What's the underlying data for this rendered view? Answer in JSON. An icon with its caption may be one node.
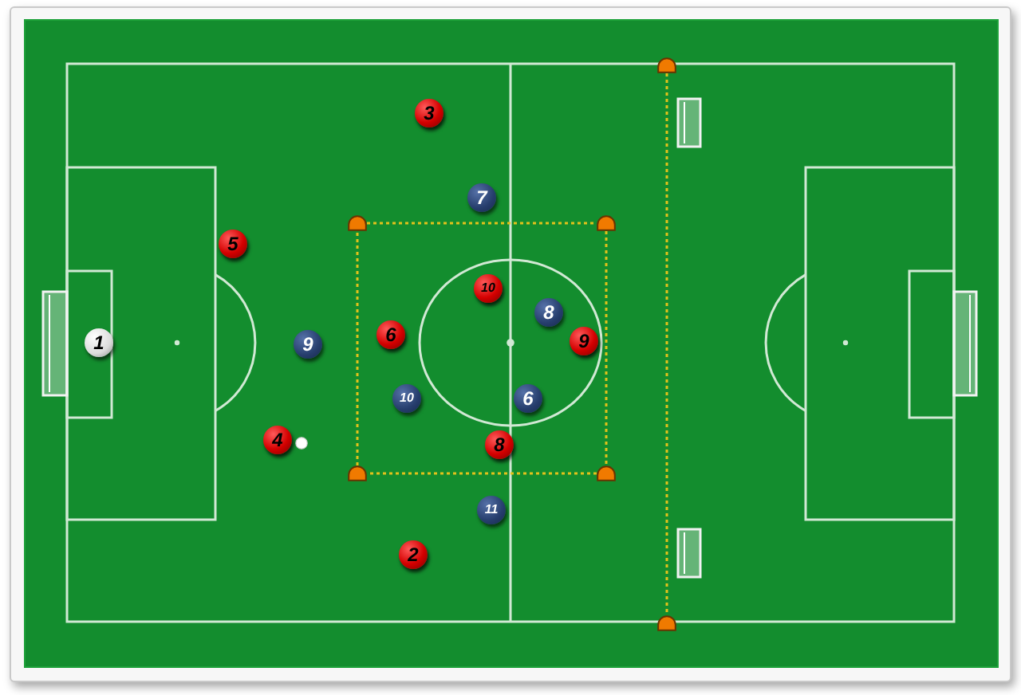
{
  "diagram": {
    "nodes": [
      {
        "text": [],
        "shape": "cone"
      },
      {
        "text": [
          "3"
        ]
      },
      {
        "text": [
          "7"
        ]
      },
      {
        "text": [],
        "shape": "cone"
      },
      {
        "text": [],
        "shape": "cone"
      },
      {
        "text": [
          "5"
        ]
      },
      {
        "text": [
          "10"
        ]
      },
      {
        "text": [
          "8"
        ]
      },
      {
        "text": [
          "1"
        ]
      },
      {
        "text": [
          "9"
        ]
      },
      {
        "text": [
          "6"
        ]
      },
      {
        "text": [
          "9"
        ]
      },
      {
        "text": [
          "10"
        ]
      },
      {
        "text": [
          "6"
        ]
      },
      {
        "text": [
          "4"
        ]
      },
      {
        "text": [
          "8"
        ]
      },
      {
        "text": [],
        "shape": "cone"
      },
      {
        "text": [],
        "shape": "cone"
      },
      {
        "text": [
          "11"
        ]
      },
      {
        "text": [
          "2"
        ]
      },
      {
        "text": [],
        "shape": "cone"
      }
    ],
    "edges": [
      {
        "from": 3,
        "to": 4,
        "arrow": "none",
        "style": "dashed"
      },
      {
        "from": 4,
        "to": 17,
        "arrow": "none",
        "style": "dashed"
      },
      {
        "from": 17,
        "to": 16,
        "arrow": "none",
        "style": "dashed"
      },
      {
        "from": 16,
        "to": 3,
        "arrow": "none",
        "style": "dashed"
      },
      {
        "from": 0,
        "to": 20,
        "arrow": "none",
        "style": "dashed"
      }
    ]
  }
}
